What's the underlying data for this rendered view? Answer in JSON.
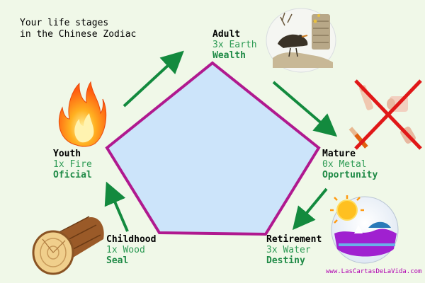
{
  "title": "Your life stages\nin the Chinese Zodiac",
  "stages": [
    {
      "key": "adult",
      "name": "Adult",
      "count": "3x Earth",
      "virtue": "Wealth",
      "icon": "bird-on-rocks-icon"
    },
    {
      "key": "mature",
      "name": "Mature",
      "count": "0x Metal",
      "virtue": "Oportunity",
      "icon": "crossed-out-tools-icon"
    },
    {
      "key": "retirement",
      "name": "Retirement",
      "count": "3x Water",
      "virtue": "Destiny",
      "icon": "sun-over-sea-icon"
    },
    {
      "key": "childhood",
      "name": "Childhood",
      "count": "1x Wood",
      "virtue": "Seal",
      "icon": "wood-log-icon"
    },
    {
      "key": "youth",
      "name": "Youth",
      "count": "1x Fire",
      "virtue": "Oficial",
      "icon": "flame-icon"
    }
  ],
  "credit": "www.LasCartasDeLaVida.com",
  "colors": {
    "background": "#f0f8e8",
    "pentagon_fill": "#cce4fa",
    "pentagon_stroke": "#b0198f",
    "arrow": "#138a3e",
    "virtue_text": "#1f8a46",
    "credit_text": "#b000b0"
  }
}
